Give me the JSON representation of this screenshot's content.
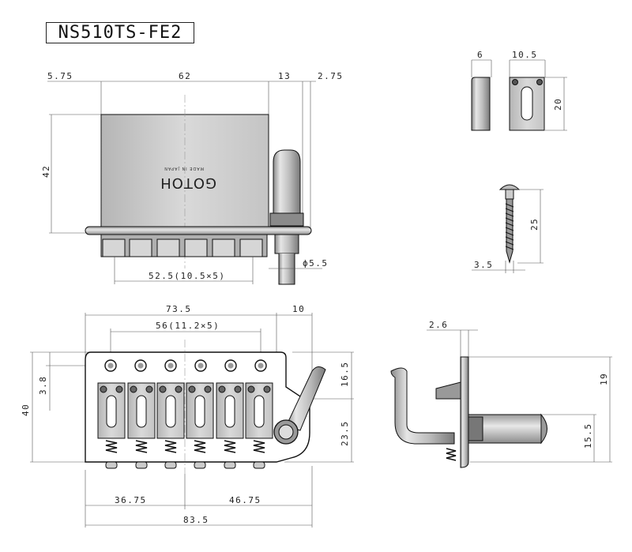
{
  "title": "NS510TS-FE2",
  "brand": "GOTOH",
  "made_in": "MADE IN JAPAN",
  "top_view": {
    "dims": [
      "5.75",
      "62",
      "13",
      "2.75",
      "42",
      "52.5(10.5×5)",
      "ϕ5.5"
    ]
  },
  "saddle_view": {
    "dims": [
      "6",
      "10.5",
      "20"
    ]
  },
  "screw_view": {
    "dims": [
      "25",
      "3.5"
    ]
  },
  "front_view": {
    "dims": [
      "73.5",
      "10",
      "56(11.2×5)",
      "3.8",
      "40",
      "16.5",
      "23.5",
      "36.75",
      "46.75",
      "83.5"
    ]
  },
  "side_view": {
    "dims": [
      "2.6",
      "19",
      "15.5"
    ]
  }
}
